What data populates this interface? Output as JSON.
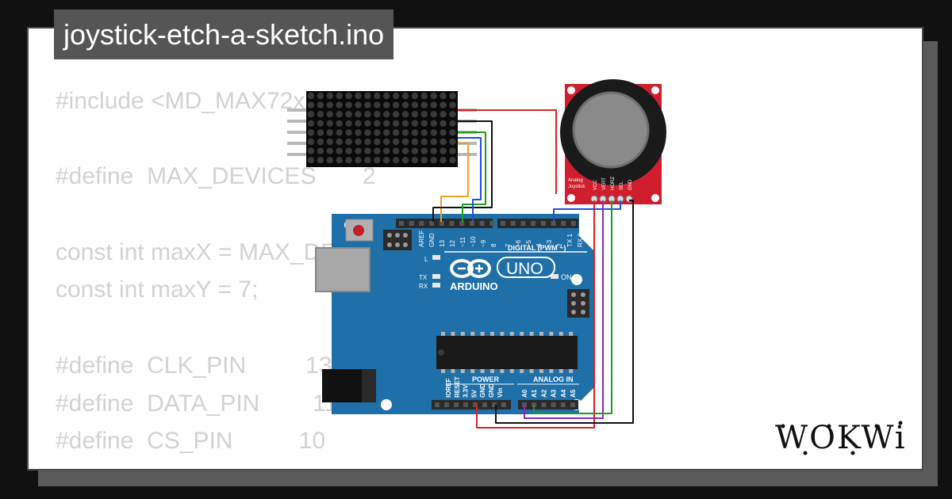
{
  "title": "joystick-etch-a-sketch.ino",
  "code_lines": [
    "#include <MD_MAX72xx.h>",
    "",
    "#define  MAX_DEVICES       2",
    "",
    "const int maxX = MAX_DEVICES * 8 - 1;",
    "const int maxY = 7;",
    "",
    "#define  CLK_PIN         13",
    "#define  DATA_PIN        11",
    "#define  CS_PIN          10"
  ],
  "arduino": {
    "brand": "ARDUINO",
    "model": "UNO",
    "digital_label": "DIGITAL (PWM ~)",
    "on_label": "ON",
    "power_label": "POWER",
    "analog_label": "ANALOG IN",
    "led_l": "L",
    "led_tx": "TX",
    "led_rx": "RX",
    "digital_pins": [
      "AREF",
      "GND",
      "13",
      "12",
      "~11",
      "~10",
      "~9",
      "8",
      "7",
      "~6",
      "~5",
      "4",
      "~3",
      "2",
      "TX 1",
      "RX 0"
    ],
    "power_pins": [
      "IOREF",
      "RESET",
      "3.3V",
      "5V",
      "GND",
      "GND",
      "Vin"
    ],
    "analog_pins": [
      "A0",
      "A1",
      "A2",
      "A3",
      "A4",
      "A5"
    ]
  },
  "joystick": {
    "label_line1": "Analog",
    "label_line2": "Joystick",
    "pins": [
      "VCC",
      "VERT",
      "HORZ",
      "SEL",
      "GND"
    ]
  },
  "logo": "WOKWi",
  "colors": {
    "board": "#1f6fa8",
    "joystick_board": "#cf1f2e",
    "wire_red": "#e02020",
    "wire_black": "#111111",
    "wire_green": "#1e9e1e",
    "wire_blue": "#1f4fe0",
    "wire_orange": "#f0a020",
    "wire_purple": "#8a2ab8",
    "code_text": "#d2d2d2",
    "title_bg": "#555555"
  }
}
